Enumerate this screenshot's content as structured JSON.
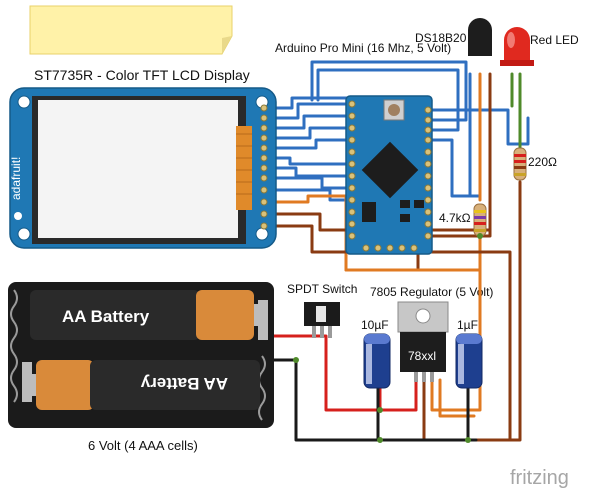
{
  "diagram": {
    "title_note": "Steampunk Name Badge",
    "labels": {
      "display": "ST7735R - Color TFT LCD Display",
      "arduino": "Arduino Pro Mini (16 Mhz, 5 Volt)",
      "sensor": "DS18B20",
      "led": "Red LED",
      "resistor_led": "220Ω",
      "resistor_pullup": "4.7kΩ",
      "switch": "SPDT Switch",
      "regulator": "7805 Regulator (5 Volt)",
      "cap_left": "10µF",
      "cap_right": "1µF",
      "battery_pack": "6 Volt (4 AAA cells)",
      "battery_cell": "AA Battery",
      "regulator_part": "78xxl",
      "brand_display": "adafruit!",
      "watermark": "fritzing"
    },
    "colors": {
      "wire_blue": "#2f6fc0",
      "wire_orange": "#e07a22",
      "wire_brown": "#8a3b12",
      "wire_red": "#d6201c",
      "wire_black": "#1a1a1a",
      "wire_green": "#4f8a2a",
      "board_blue": "#1f78b4",
      "note_yellow": "#fff2a8"
    }
  }
}
